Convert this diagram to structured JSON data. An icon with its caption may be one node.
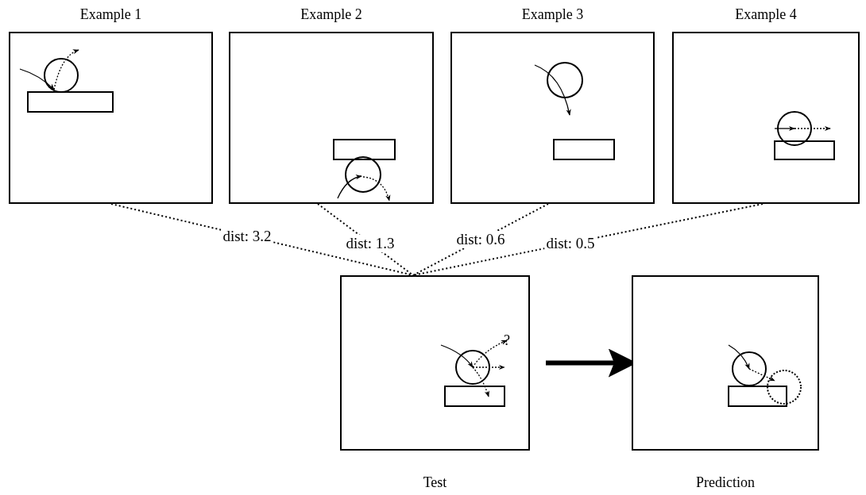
{
  "diagram": {
    "nodes": [
      {
        "text": [
          "Example 1"
        ]
      },
      {
        "text": [
          "Example 2"
        ]
      },
      {
        "text": [
          "Example 3"
        ]
      },
      {
        "text": [
          "Example 4"
        ]
      },
      {
        "text": [
          "Test",
          "?"
        ]
      },
      {
        "text": [
          "Prediction"
        ]
      }
    ],
    "edges": [
      {
        "from": 0,
        "to": 4,
        "arrow": "none",
        "label": "dist: 3.2",
        "style": "dashed"
      },
      {
        "from": 1,
        "to": 4,
        "arrow": "none",
        "label": "dist: 1.3",
        "style": "dashed"
      },
      {
        "from": 2,
        "to": 4,
        "arrow": "none",
        "label": "dist: 0.6",
        "style": "dashed"
      },
      {
        "from": 3,
        "to": 4,
        "arrow": "none",
        "label": "dist: 0.5",
        "style": "dashed"
      },
      {
        "from": 4,
        "to": 5,
        "arrow": "to",
        "style": "thick"
      }
    ]
  }
}
